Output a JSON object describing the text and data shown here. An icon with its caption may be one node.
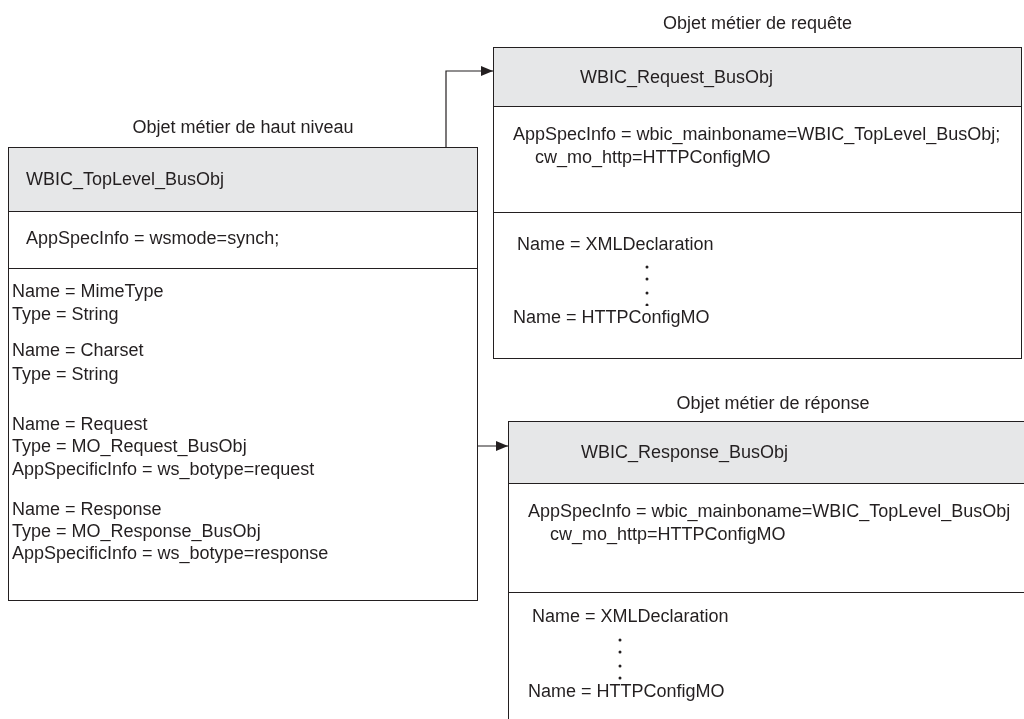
{
  "diagram": {
    "nodes": [
      {
        "text": [
          "Objet métier de haut niveau",
          "WBIC_TopLevel_BusObj",
          "AppSpecInfo = wsmode=synch;"
        ]
      },
      {
        "text": [
          "Name = Request"
        ],
        "in": 0
      },
      {
        "text": [
          "Name = Response"
        ],
        "in": 0
      },
      {
        "text": [
          "Objet métier de requête",
          "WBIC_Request_BusObj",
          "AppSpecInfo = wbic_mainboname=WBIC_TopLevel_BusObj; cw_mo_http=HTTPConfigMO",
          "Name = XMLDeclaration",
          "Name = HTTPConfigMO"
        ]
      },
      {
        "text": [
          "Objet métier de réponse",
          "WBIC_Response_BusObj",
          "AppSpecInfo = wbic_mainboname=WBIC_TopLevel_BusObj cw_mo_http=HTTPConfigMO",
          "Name = XMLDeclaration",
          "Name = HTTPConfigMO"
        ]
      }
    ],
    "edges": [
      {
        "from": 1,
        "to": 3,
        "arrow": "to"
      },
      {
        "from": 2,
        "to": 4,
        "arrow": "to"
      }
    ],
    "labels": [
      "Name = MimeType",
      "Type = String",
      "Name = Charset",
      "Type = String",
      "Type = MO_Request_BusObj",
      "AppSpecificInfo = ws_botype=request",
      "Type = MO_Response_BusObj",
      "AppSpecificInfo = ws_botype=response"
    ]
  }
}
